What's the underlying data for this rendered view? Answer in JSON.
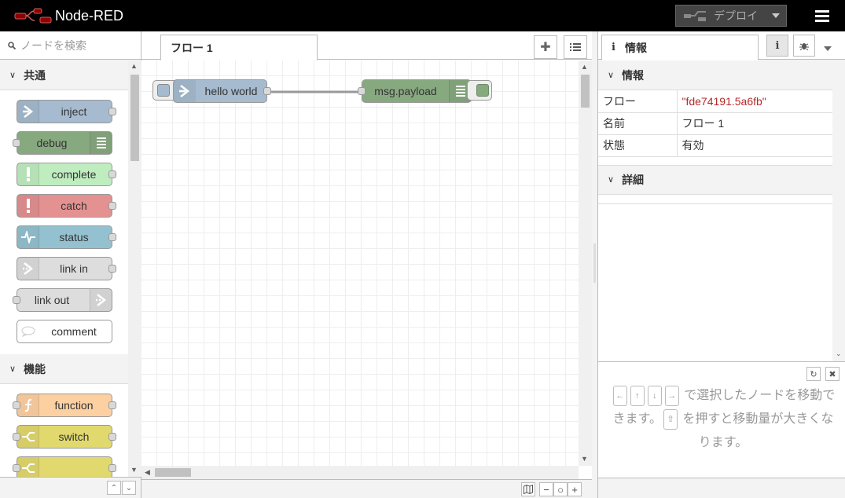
{
  "header": {
    "title": "Node-RED",
    "deploy_label": "デプロイ",
    "brand_color": "#8f0000"
  },
  "palette": {
    "search_placeholder": "ノードを検索",
    "categories": [
      {
        "label": "共通",
        "nodes": [
          {
            "label": "inject",
            "color": "#a6bbcf",
            "icon": "arrow-in-icon",
            "port_in": false,
            "port_out": true,
            "icon_side": "left"
          },
          {
            "label": "debug",
            "color": "#87a980",
            "icon": "list-icon",
            "port_in": true,
            "port_out": false,
            "icon_side": "right"
          },
          {
            "label": "complete",
            "color": "#c0edc0",
            "icon": "exclamation-icon",
            "port_in": false,
            "port_out": true,
            "icon_side": "left"
          },
          {
            "label": "catch",
            "color": "#e49191",
            "icon": "exclamation-icon",
            "port_in": false,
            "port_out": true,
            "icon_side": "left"
          },
          {
            "label": "status",
            "color": "#94c1d0",
            "icon": "pulse-icon",
            "port_in": false,
            "port_out": true,
            "icon_side": "left"
          },
          {
            "label": "link in",
            "color": "#dddddd",
            "icon": "link-arrow-icon",
            "port_in": false,
            "port_out": true,
            "icon_side": "left"
          },
          {
            "label": "link out",
            "color": "#dddddd",
            "icon": "link-arrow-icon",
            "port_in": true,
            "port_out": false,
            "icon_side": "right"
          },
          {
            "label": "comment",
            "color": "#ffffff",
            "icon": "speech-bubble-icon",
            "port_in": false,
            "port_out": false,
            "icon_side": "left"
          }
        ]
      },
      {
        "label": "機能",
        "nodes": [
          {
            "label": "function",
            "color": "#fdd0a2",
            "icon": "function-icon",
            "port_in": true,
            "port_out": true,
            "icon_side": "left"
          },
          {
            "label": "switch",
            "color": "#e2d96e",
            "icon": "switch-icon",
            "port_in": true,
            "port_out": true,
            "icon_side": "left"
          },
          {
            "label": "",
            "color": "#e2d96e",
            "icon": "switch-icon",
            "port_in": true,
            "port_out": true,
            "icon_side": "left"
          }
        ]
      }
    ]
  },
  "workspace": {
    "tab_label": "フロー 1",
    "nodes": [
      {
        "label": "hello world",
        "color": "#a6bbcf",
        "type": "inject"
      },
      {
        "label": "msg.payload",
        "color": "#87a980",
        "type": "debug"
      }
    ]
  },
  "sidebar": {
    "tab_label": "情報",
    "section_info": "情報",
    "section_detail": "詳細",
    "rows": [
      {
        "key": "フロー",
        "value": "\"fde74191.5a6fb\"",
        "is_string": true
      },
      {
        "key": "名前",
        "value": "フロー 1",
        "is_string": false
      },
      {
        "key": "状態",
        "value": "有効",
        "is_string": false
      }
    ],
    "help": {
      "part1": "で選択したノードを移動できます。",
      "part2": "を押すと移動量が大きくなります。",
      "keys": [
        "←",
        "↑",
        "↓",
        "→"
      ],
      "shift_key": "⇧"
    }
  }
}
